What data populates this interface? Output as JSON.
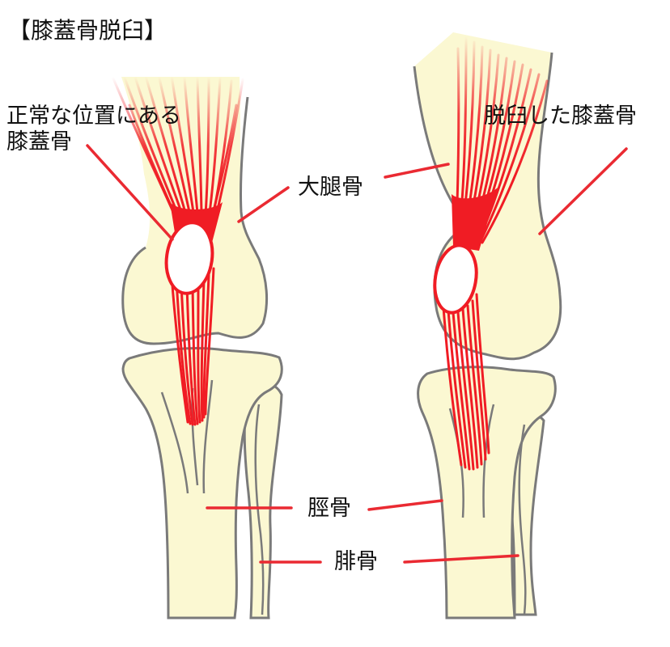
{
  "title": "【膝蓋骨脱臼】",
  "labels": {
    "normal_patella_line1": "正常な位置にある",
    "normal_patella_line2": "膝蓋骨",
    "dislocated_patella": "脱臼した膝蓋骨",
    "femur": "大腿骨",
    "tibia": "脛骨",
    "fibula": "腓骨"
  },
  "colors": {
    "bone_fill": "#fbf8d2",
    "bone_outline": "#7a7a7a",
    "muscle": "#f01c24",
    "leader_line": "#ea2a32",
    "patella": "#ffffff",
    "text": "#111111"
  }
}
